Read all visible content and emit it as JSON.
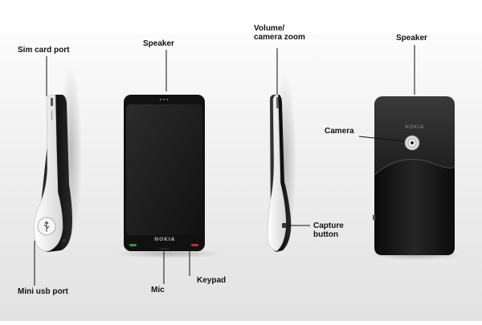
{
  "colors": {
    "background_top": "#ffffff",
    "background_mid": "#ececec",
    "device_black": "#141414",
    "device_white": "#f4f4f4",
    "call_green": "#2e9a2e",
    "end_red": "#c42a2a",
    "leader_line": "#111111"
  },
  "brand": {
    "front_logo": "NOKIA",
    "back_logo": "NOKIA"
  },
  "labels": {
    "sim_card_port": "Sim card port",
    "mini_usb_port": "Mini usb port",
    "front_speaker": "Speaker",
    "mic": "Mic",
    "keypad": "Keypad",
    "volume_line1": "Volume/",
    "volume_line2": "camera zoom",
    "capture_line1": "Capture",
    "capture_line2": "button",
    "back_speaker": "Speaker",
    "camera": "Camera"
  },
  "icons": {
    "usb": "usb-symbol-icon",
    "call": "call-button-icon",
    "end": "end-call-button-icon",
    "camera": "camera-lens-icon",
    "capture": "capture-button-icon"
  }
}
